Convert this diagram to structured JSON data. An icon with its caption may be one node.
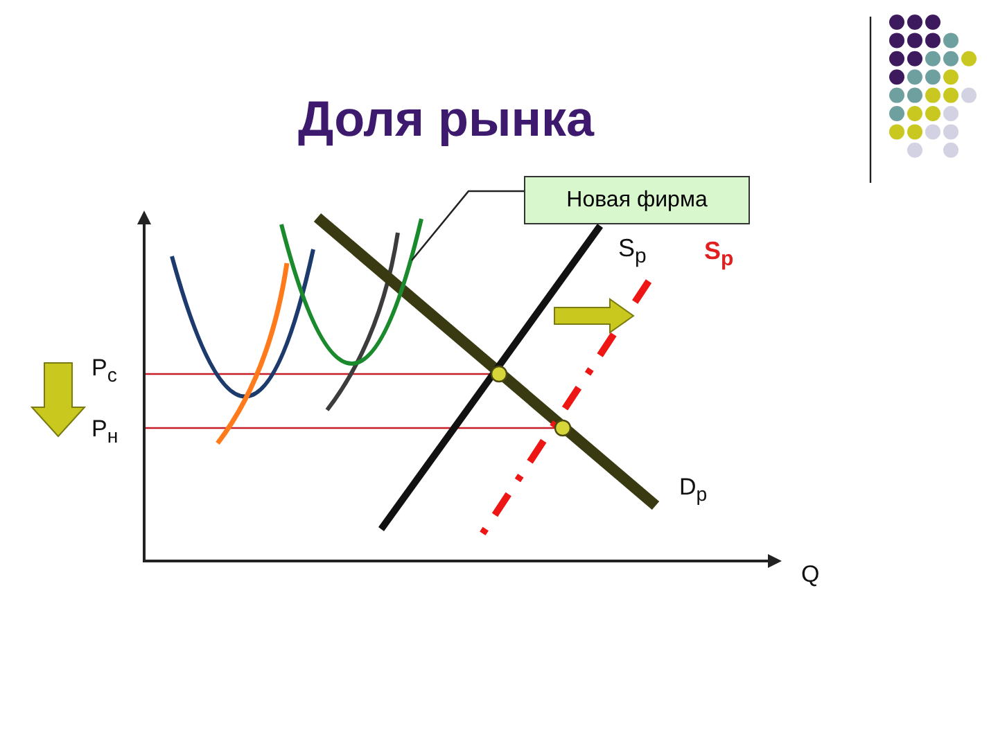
{
  "diagram": {
    "title": "Доля рынка",
    "nodes": [
      {
        "text": [
          "Новая фирма"
        ]
      },
      {
        "text": [],
        "shape": "curve"
      }
    ],
    "edges": [
      {
        "from": 0,
        "to": 1,
        "arrow": "none"
      }
    ],
    "labels": [
      "S$_{р}$",
      "S$_{р}$",
      "P$_{с}$",
      "P$_{н}$",
      "D$_{р}$",
      "Q"
    ]
  }
}
